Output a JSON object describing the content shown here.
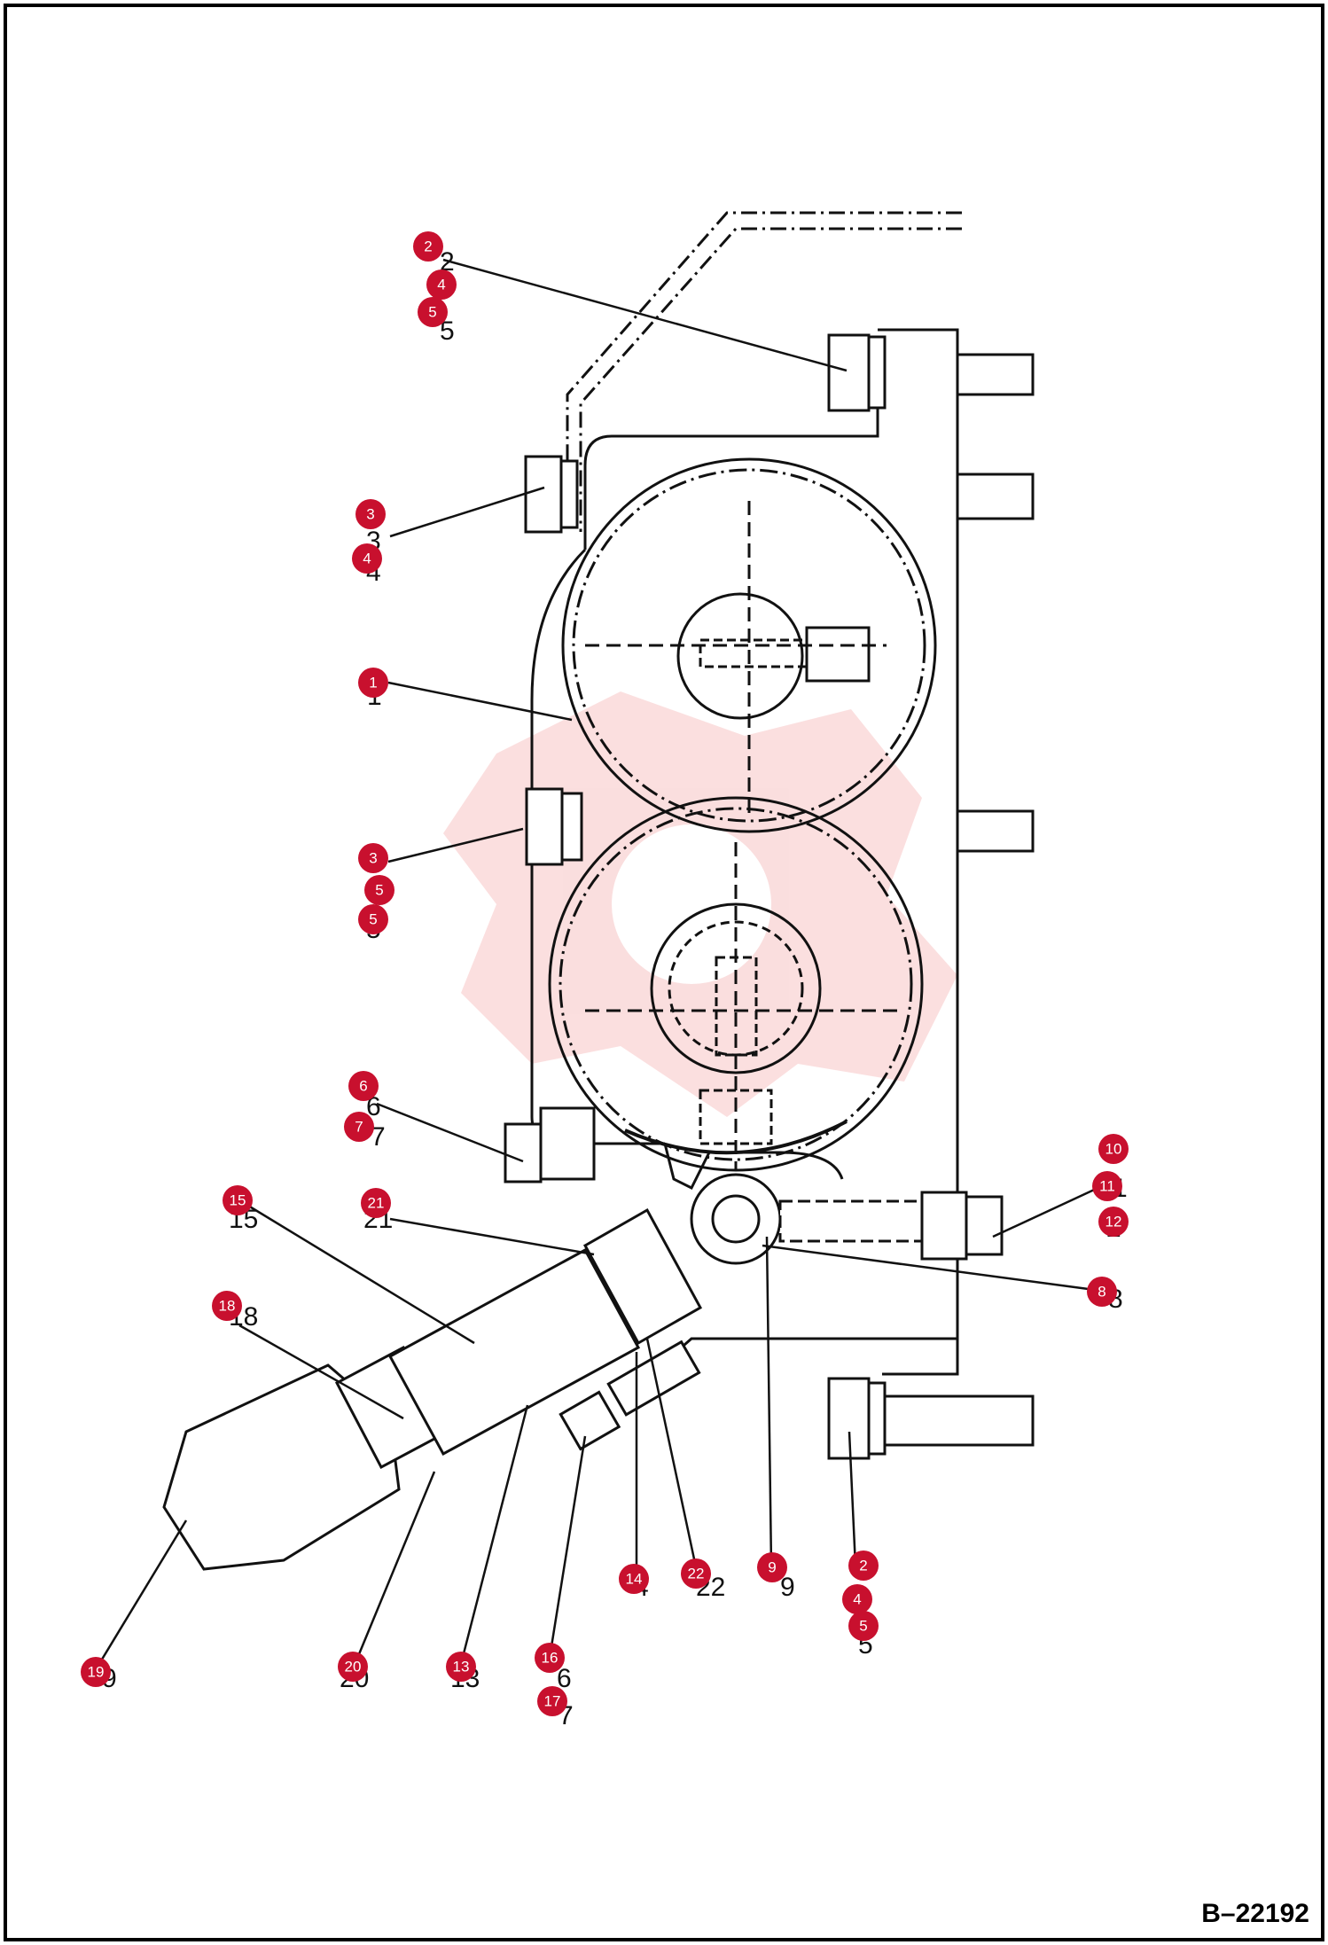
{
  "diagram": {
    "reference": "B–22192",
    "callout_color": "#c8102e",
    "line_color": "#111111",
    "watermark_color": "#f3b5b5",
    "callouts": [
      {
        "id": "c2a",
        "label": "2"
      },
      {
        "id": "c4a",
        "label": "4"
      },
      {
        "id": "c5a",
        "label": "5"
      },
      {
        "id": "c3a",
        "label": "3"
      },
      {
        "id": "c4b",
        "label": "4"
      },
      {
        "id": "c1",
        "label": "1"
      },
      {
        "id": "c3b",
        "label": "3"
      },
      {
        "id": "c5b",
        "label": "5"
      },
      {
        "id": "c5c",
        "label": "5"
      },
      {
        "id": "c6",
        "label": "6"
      },
      {
        "id": "c7",
        "label": "7"
      },
      {
        "id": "c10",
        "label": "10"
      },
      {
        "id": "c11",
        "label": "11"
      },
      {
        "id": "c12",
        "label": "12"
      },
      {
        "id": "c15",
        "label": "15"
      },
      {
        "id": "c21",
        "label": "21"
      },
      {
        "id": "c18",
        "label": "18"
      },
      {
        "id": "c8",
        "label": "8"
      },
      {
        "id": "c14",
        "label": "14"
      },
      {
        "id": "c22",
        "label": "22"
      },
      {
        "id": "c9",
        "label": "9"
      },
      {
        "id": "c2b",
        "label": "2"
      },
      {
        "id": "c4c",
        "label": "4"
      },
      {
        "id": "c5d",
        "label": "5"
      },
      {
        "id": "c19",
        "label": "19"
      },
      {
        "id": "c20",
        "label": "20"
      },
      {
        "id": "c13",
        "label": "13"
      },
      {
        "id": "c16",
        "label": "16"
      },
      {
        "id": "c17",
        "label": "17"
      }
    ]
  }
}
